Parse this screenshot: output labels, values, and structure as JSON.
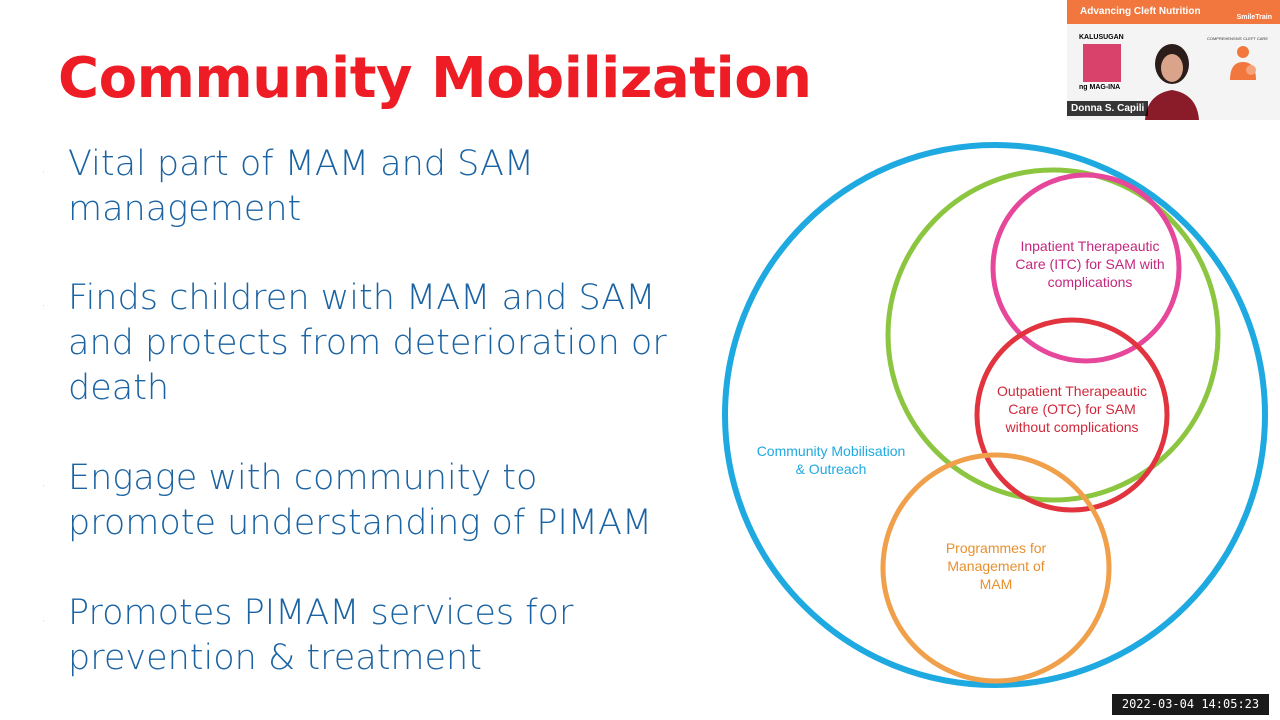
{
  "slide": {
    "title": "Community Mobilization",
    "bullets": [
      {
        "line1": "Vital part of MAM and SAM",
        "line2": "management",
        "line3": ""
      },
      {
        "line1": "Finds children with MAM and SAM",
        "line2": "and protects from deterioration or",
        "line3": "death"
      },
      {
        "line1": "Engage with community to",
        "line2": "promote understanding of PIMAM",
        "line3": ""
      },
      {
        "line1": "Promotes PIMAM services for",
        "line2": "prevention & treatment",
        "line3": ""
      }
    ],
    "diagram": {
      "outer_label": [
        "Community Mobilisation",
        "& Outreach"
      ],
      "itc_label": [
        "Inpatient Therapeautic",
        "Care (ITC) for SAM with",
        "complications"
      ],
      "otc_label": [
        "Outpatient Therapeautic",
        "Care (OTC) for SAM",
        "without complications"
      ],
      "mam_label": [
        "Programmes for",
        "Management of",
        "MAM"
      ],
      "colors": {
        "outer": "#1fa9e1",
        "green": "#8cc640",
        "itc": "#e6479a",
        "otc": "#e2343f",
        "mam": "#f0a04a"
      }
    }
  },
  "video": {
    "banner_title": "Advancing Cleft Nutrition",
    "banner_logo": "SmileTrain",
    "kalusugan_top": "KALUSUGAN",
    "kalusugan_bottom": "ng MAG-INA",
    "care_label": "COMPREHENSIVE CLEFT CARE",
    "participant_name": "Donna S. Capili"
  },
  "timestamp": "2022-03-04  14:05:23"
}
